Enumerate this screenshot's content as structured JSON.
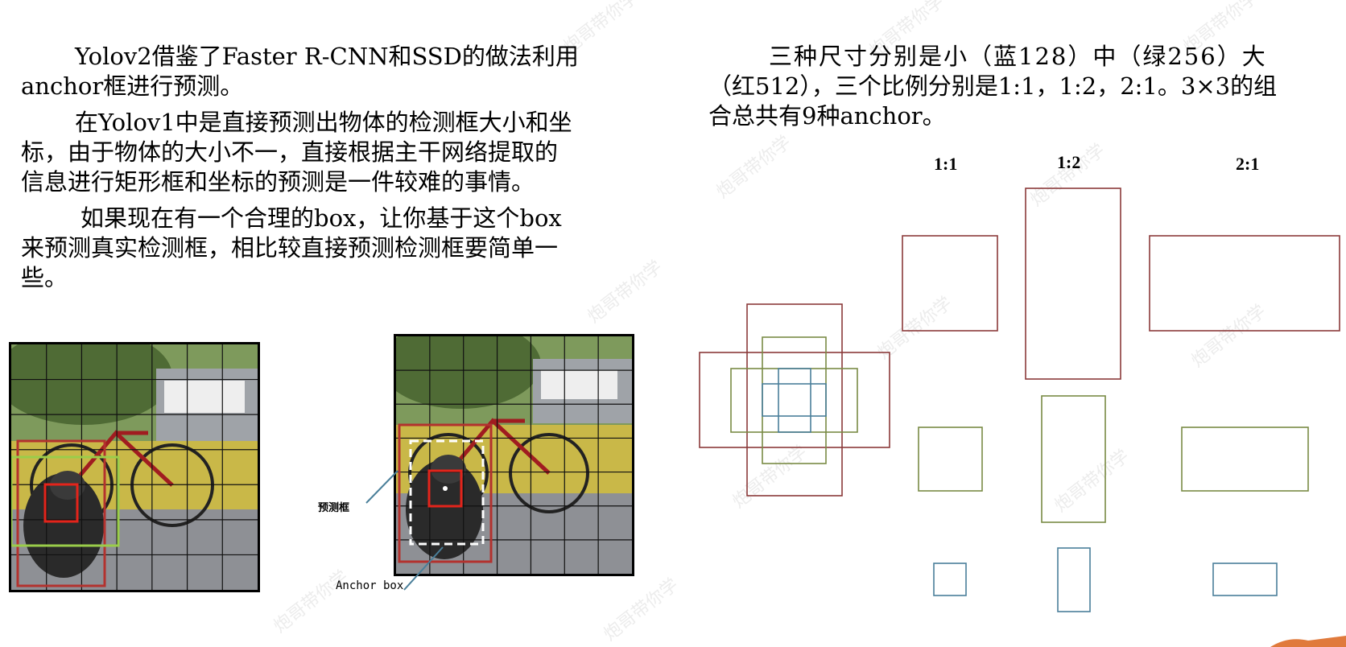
{
  "left_text": {
    "p1_line1": "Yolov2借鉴了Faster R-CNN和SSD的做法利用",
    "p1_line2": "anchor框进行预测。",
    "p2_line1": "在Yolov1中是直接预测出物体的检测框大小和坐",
    "p2_line2": "标，由于物体的大小不一，直接根据主干网络提取的",
    "p2_line3": "信息进行矩形框和坐标的预测是一件较难的事情。",
    "p3_line1": "如果现在有一个合理的box，让你基于这个box",
    "p3_line2": "来预测真实检测框，相比较直接预测检测框要简单一",
    "p3_line3": "些。"
  },
  "right_text": {
    "line1": "三种尺寸分别是小（蓝128）中（绿256）大",
    "line2": "（红512），三个比例分别是1:1，1:2，2:1。3×3的组",
    "line3": "合总共有9种anchor。"
  },
  "figure_labels": {
    "pred_box": "预测框",
    "anchor_box": "Anchor box"
  },
  "ratios": [
    "1:1",
    "1:2",
    "2:1"
  ],
  "watermark": "炮哥带你学",
  "colors": {
    "large": "#8b3a3a",
    "medium": "#7a8b45",
    "small": "#4a7f9a",
    "highlight_red": "#e3241b",
    "anchor_green": "#9acd4a"
  }
}
